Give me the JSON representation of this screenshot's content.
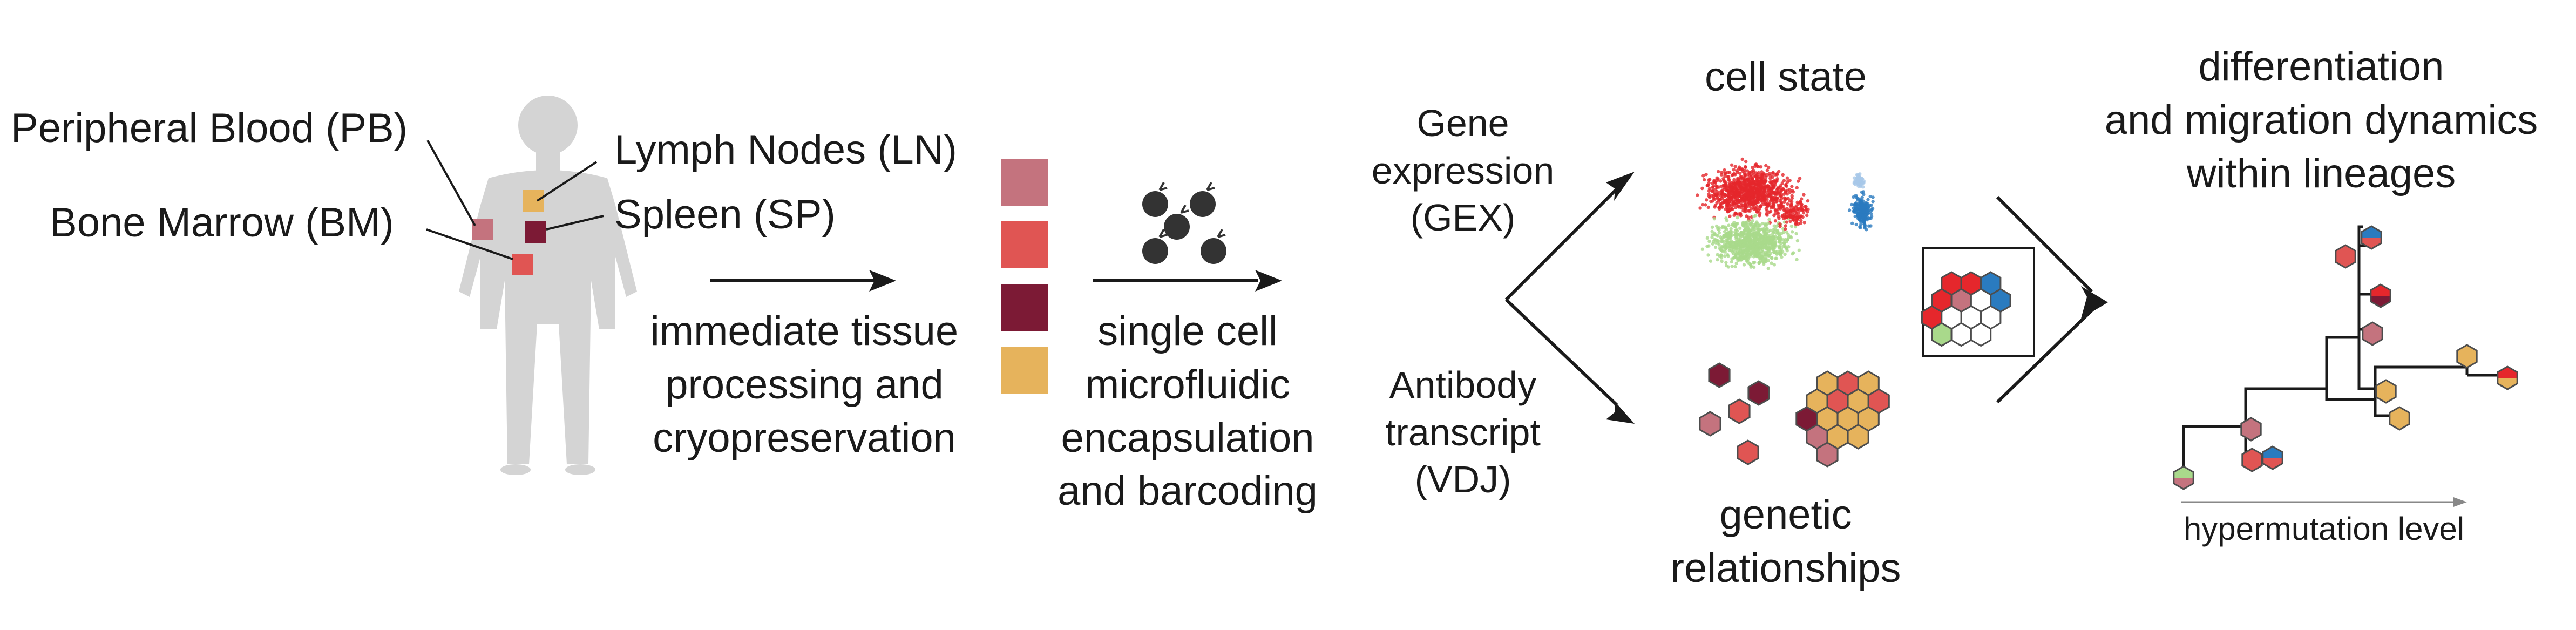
{
  "tissues": {
    "pb": "Peripheral Blood (PB)",
    "bm": "Bone Marrow (BM)",
    "ln": "Lymph Nodes (LN)",
    "sp": "Spleen (SP)"
  },
  "steps": {
    "processing": [
      "immediate tissue",
      "processing and",
      "cryopreservation"
    ],
    "encapsulation": [
      "single cell",
      "microfluidic",
      "encapsulation",
      "and barcoding"
    ]
  },
  "modalities": {
    "gex": [
      "Gene",
      "expression",
      "(GEX)"
    ],
    "vdj": [
      "Antibody",
      "transcript",
      "(VDJ)"
    ]
  },
  "outputs": {
    "cell_state": "cell state",
    "genetic": [
      "genetic",
      "relationships"
    ],
    "dynamics": [
      "differentiation",
      "and migration dynamics",
      "within lineages"
    ],
    "tree_axis": "hypermutation level"
  },
  "colors": {
    "pb": "#c4737e",
    "bm": "#e05553",
    "sp": "#7c1a35",
    "ln": "#e6b35c",
    "gex_red": "#e5272c",
    "gex_green": "#a9d98b",
    "gex_blue": "#2a7bbf",
    "body": "#d4d4d4"
  },
  "icons": {
    "droplets": "droplets-icon",
    "body": "human-body-icon"
  }
}
